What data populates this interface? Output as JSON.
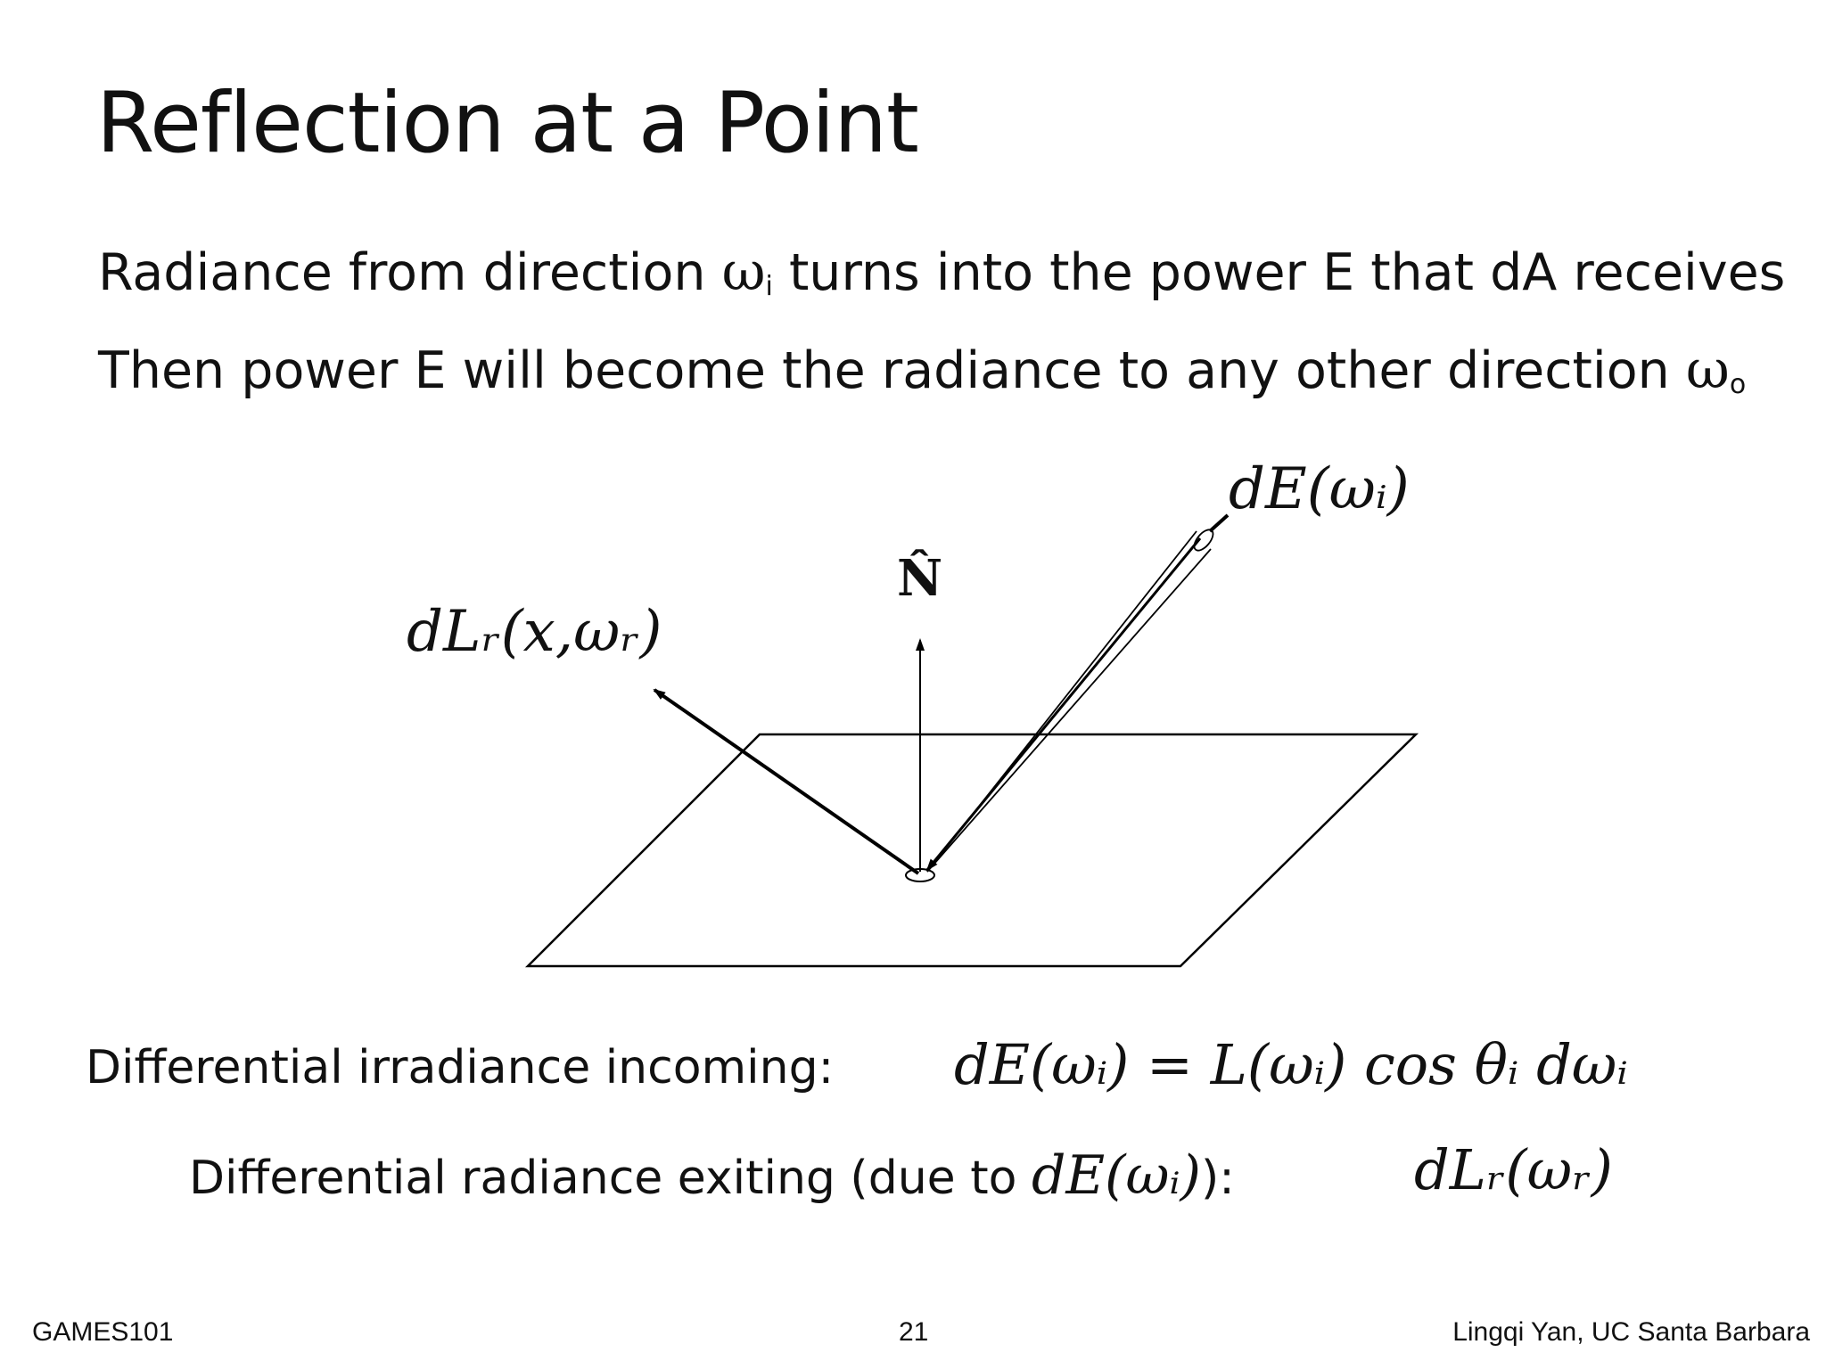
{
  "slide": {
    "title": "Reflection at a Point",
    "bullets": [
      {
        "pre": "Radiance from direction ",
        "symbol": "ω",
        "sub": "i",
        "post": " turns into the power E that dA receives"
      },
      {
        "pre": "Then power E will become the radiance to any other direction ",
        "symbol": "ω",
        "sub": "o",
        "post": ""
      }
    ]
  },
  "diagram": {
    "incoming_label": "dE(ωᵢ)",
    "normal_label": "N̂",
    "outgoing_label": "dLᵣ(x,ωᵣ)"
  },
  "equations": {
    "row1_label": "Differential irradiance incoming:",
    "row1_formula": "dE(ωᵢ) = L(ωᵢ) cos θᵢ dωᵢ",
    "row2_label_pre": "Differential radiance exiting (due to ",
    "row2_inline": "dE(ωᵢ)",
    "row2_label_post": "):",
    "row2_formula": "dLᵣ(ωᵣ)"
  },
  "footer": {
    "left": "GAMES101",
    "center": "21",
    "right": "Lingqi Yan, UC Santa Barbara"
  }
}
